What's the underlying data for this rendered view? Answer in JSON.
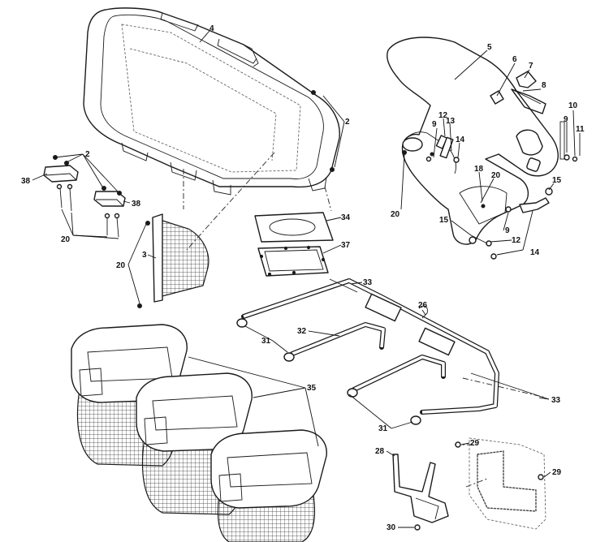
{
  "callouts": [
    {
      "id": "c4a",
      "text": "4"
    },
    {
      "id": "c2a",
      "text": "2"
    },
    {
      "id": "c5",
      "text": "5"
    },
    {
      "id": "c6",
      "text": "6"
    },
    {
      "id": "c7",
      "text": "7"
    },
    {
      "id": "c8",
      "text": "8"
    },
    {
      "id": "c10",
      "text": "10"
    },
    {
      "id": "c9a",
      "text": "9"
    },
    {
      "id": "c11",
      "text": "11"
    },
    {
      "id": "c12a",
      "text": "12"
    },
    {
      "id": "c13",
      "text": "13"
    },
    {
      "id": "c9b",
      "text": "9"
    },
    {
      "id": "c14a",
      "text": "14"
    },
    {
      "id": "c18",
      "text": "18"
    },
    {
      "id": "c20a",
      "text": "20"
    },
    {
      "id": "c15a",
      "text": "15"
    },
    {
      "id": "c20b",
      "text": "20"
    },
    {
      "id": "c15b",
      "text": "15"
    },
    {
      "id": "c9c",
      "text": "9"
    },
    {
      "id": "c12b",
      "text": "12"
    },
    {
      "id": "c14b",
      "text": "14"
    },
    {
      "id": "c2b",
      "text": "2"
    },
    {
      "id": "c38a",
      "text": "38"
    },
    {
      "id": "c38b",
      "text": "38"
    },
    {
      "id": "c20c",
      "text": "20"
    },
    {
      "id": "c34",
      "text": "34"
    },
    {
      "id": "c37",
      "text": "37"
    },
    {
      "id": "c20d",
      "text": "20"
    },
    {
      "id": "c3",
      "text": "3"
    },
    {
      "id": "c33a",
      "text": "33"
    },
    {
      "id": "c26",
      "text": "26"
    },
    {
      "id": "c32",
      "text": "32"
    },
    {
      "id": "c31a",
      "text": "31"
    },
    {
      "id": "c35",
      "text": "35"
    },
    {
      "id": "c33b",
      "text": "33"
    },
    {
      "id": "c31b",
      "text": "31"
    },
    {
      "id": "c29a",
      "text": "29"
    },
    {
      "id": "c28",
      "text": "28"
    },
    {
      "id": "c29b",
      "text": "29"
    },
    {
      "id": "c30",
      "text": "30"
    }
  ]
}
